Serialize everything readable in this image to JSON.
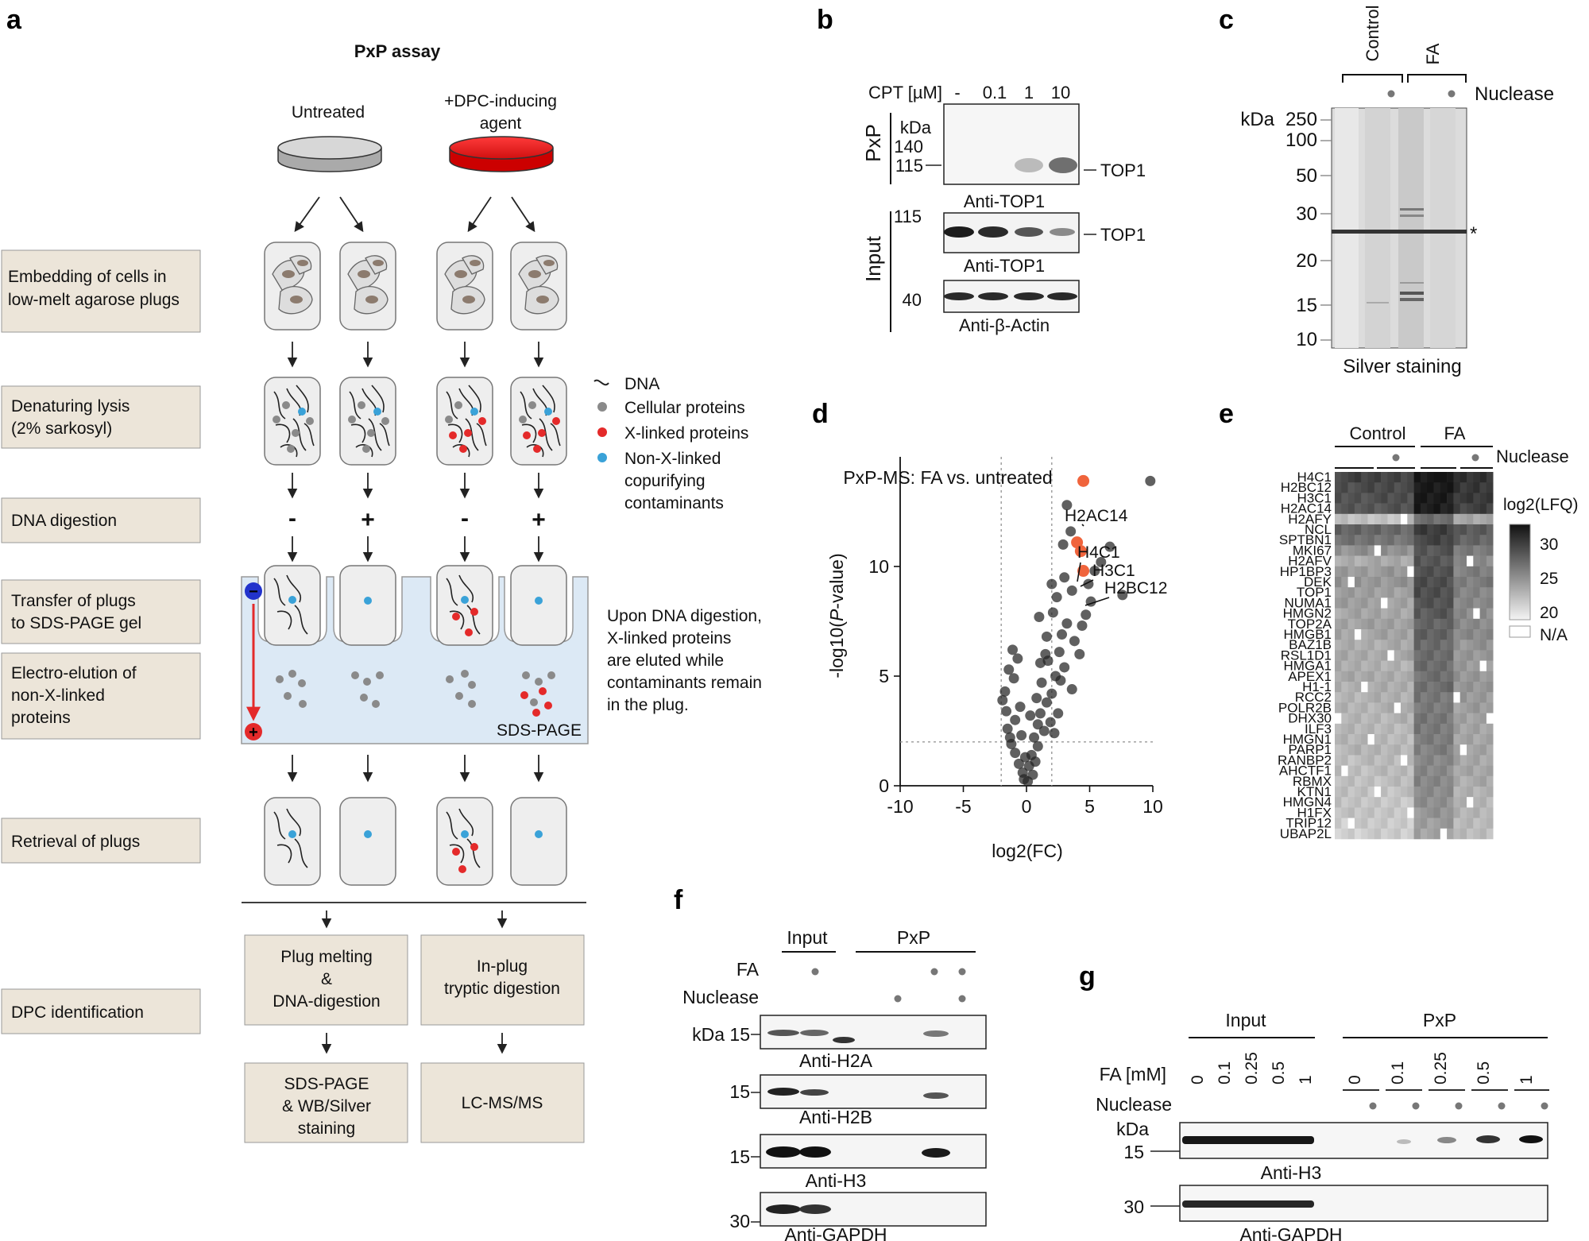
{
  "panel_letters": [
    "a",
    "b",
    "c",
    "d",
    "e",
    "f",
    "g"
  ],
  "panel_a": {
    "title": "PxP assay",
    "untreated": "Untreated",
    "treated_line1": "+DPC-inducing",
    "treated_line2": "agent",
    "steps": [
      [
        "Embedding of cells in",
        "low-melt agarose plugs"
      ],
      [
        "Denaturing lysis",
        "(2% sarkosyl)"
      ],
      [
        "DNA digestion"
      ],
      [
        "Transfer of plugs",
        "to SDS-PAGE gel"
      ],
      [
        "Electro-elution of",
        "non-X-linked",
        "proteins"
      ],
      [
        "Retrieval of plugs"
      ],
      [
        "DPC identification"
      ]
    ],
    "legend": {
      "dna": "DNA",
      "cellular": "Cellular proteins",
      "xlinked": "X-linked proteins",
      "nonx_line1": "Non-X-linked",
      "nonx_line2": "copurifying",
      "nonx_line3": "contaminants"
    },
    "digestion_signs": [
      "-",
      "+",
      "-",
      "+"
    ],
    "elution_note": [
      "Upon DNA digestion,",
      "X-linked proteins",
      "are eluted while",
      "contaminants remain",
      "in the plug."
    ],
    "gel_label": "SDS-PAGE",
    "minus_sign": "−",
    "plus_sign": "+",
    "box_melting": [
      "Plug melting",
      "&",
      "DNA-digestion"
    ],
    "box_inplug": [
      "In-plug",
      "tryptic digestion"
    ],
    "box_sds": [
      "SDS-PAGE",
      "& WB/Silver",
      "staining"
    ],
    "box_lcms": "LC-MS/MS",
    "colors": {
      "step_box": "#ece5d9",
      "gel": "#dce9f5",
      "dish_red": "#e8222a",
      "blue_dot": "#3aa2d8",
      "red_dot": "#e42a2a"
    }
  },
  "panel_b": {
    "cpt_label": "CPT [µM]",
    "cpt_values": [
      "-",
      "0.1",
      "1",
      "10"
    ],
    "side_pxp": "PxP",
    "side_input": "Input",
    "kda": "kDa",
    "marker_140": "140",
    "marker_115": "115",
    "marker_115b": "115",
    "marker_40": "40",
    "band_top1": "TOP1",
    "band_top1b": "TOP1",
    "blot1": "Anti-TOP1",
    "blot2": "Anti-TOP1",
    "blot3": "Anti-β-Actin"
  },
  "panel_c": {
    "control": "Control",
    "fa": "FA",
    "nuclease": "Nuclease",
    "kda": "kDa",
    "markers": [
      "250",
      "100",
      "50",
      "30",
      "20",
      "15",
      "10"
    ],
    "asterisk": "*",
    "caption": "Silver staining"
  },
  "panel_d": {
    "title": "PxP-MS: FA vs. untreated",
    "xlabel": "log2(FC)",
    "ylabel_prefix": "-log10(",
    "ylabel_italic": "P",
    "ylabel_suffix": "-value)",
    "callouts": [
      "H2AC14",
      "H4C1",
      "H3C1",
      "H2BC12"
    ]
  },
  "chart_data": {
    "type": "scatter",
    "title": "PxP-MS: FA vs. untreated",
    "xlabel": "log2(FC)",
    "ylabel": "-log10(P-value)",
    "xlim": [
      -10,
      10
    ],
    "ylim": [
      0,
      15
    ],
    "xticks": [
      -10,
      -5,
      0,
      5,
      10
    ],
    "yticks": [
      0,
      5,
      10
    ],
    "thresholds": {
      "x": [
        -2,
        2
      ],
      "y": 2
    },
    "highlighted": [
      {
        "name": "H2AC14",
        "x": 4.5,
        "y": 13.9
      },
      {
        "name": "H4C1",
        "x": 4.0,
        "y": 11.1
      },
      {
        "name": "H3C1",
        "x": 4.3,
        "y": 10.7
      },
      {
        "name": "H2BC12",
        "x": 4.5,
        "y": 9.8
      }
    ],
    "points": [
      [
        9.8,
        13.9
      ],
      [
        6.6,
        10.9
      ],
      [
        5.9,
        10.2
      ],
      [
        5.4,
        9.8
      ],
      [
        7.6,
        8.7
      ],
      [
        3.6,
        8.9
      ],
      [
        3.2,
        12.8
      ],
      [
        3.5,
        11.6
      ],
      [
        2.9,
        11.0
      ],
      [
        3.0,
        9.5
      ],
      [
        5.1,
        8.4
      ],
      [
        4.7,
        7.8
      ],
      [
        2.4,
        8.6
      ],
      [
        2.0,
        9.2
      ],
      [
        4.4,
        7.3
      ],
      [
        3.8,
        6.6
      ],
      [
        3.2,
        7.4
      ],
      [
        2.8,
        6.9
      ],
      [
        2.1,
        7.9
      ],
      [
        1.6,
        6.8
      ],
      [
        2.6,
        6.1
      ],
      [
        3.0,
        5.4
      ],
      [
        2.3,
        5.0
      ],
      [
        1.7,
        5.7
      ],
      [
        3.6,
        4.4
      ],
      [
        2.0,
        4.2
      ],
      [
        1.2,
        4.7
      ],
      [
        1.6,
        3.8
      ],
      [
        2.5,
        3.3
      ],
      [
        1.1,
        3.3
      ],
      [
        0.9,
        2.8
      ],
      [
        1.4,
        2.5
      ],
      [
        2.2,
        2.4
      ],
      [
        0.6,
        2.2
      ],
      [
        0.9,
        1.8
      ],
      [
        0.4,
        1.4
      ],
      [
        0.7,
        1.1
      ],
      [
        0.2,
        0.9
      ],
      [
        0.5,
        0.5
      ],
      [
        0.1,
        0.2
      ],
      [
        -0.3,
        0.6
      ],
      [
        -0.6,
        1.0
      ],
      [
        -0.9,
        1.5
      ],
      [
        -1.2,
        1.9
      ],
      [
        -1.5,
        2.6
      ],
      [
        -1.6,
        3.4
      ],
      [
        -1.7,
        4.3
      ],
      [
        -1.4,
        5.3
      ],
      [
        -0.9,
        3.0
      ],
      [
        -0.4,
        2.3
      ],
      [
        -0.1,
        1.3
      ],
      [
        -0.2,
        0.3
      ],
      [
        -1.0,
        4.9
      ],
      [
        -0.5,
        3.6
      ],
      [
        1.1,
        5.6
      ],
      [
        1.5,
        6.0
      ],
      [
        0.8,
        4.0
      ],
      [
        -1.9,
        3.9
      ],
      [
        -1.3,
        2.2
      ],
      [
        0.3,
        3.2
      ],
      [
        1.9,
        2.9
      ],
      [
        2.7,
        4.8
      ],
      [
        4.2,
        6.0
      ],
      [
        4.9,
        9.2
      ],
      [
        1.0,
        7.7
      ],
      [
        -1.1,
        6.2
      ],
      [
        -0.7,
        5.8
      ]
    ]
  },
  "panel_e": {
    "control": "Control",
    "fa": "FA",
    "nuclease": "Nuclease",
    "colorbar_title": "log2(LFQ)",
    "colorbar_ticks": [
      "30",
      "25",
      "20"
    ],
    "na_label": "N/A",
    "proteins": [
      "H4C1",
      "H2BC12",
      "H3C1",
      "H2AC14",
      "H2AFY",
      "NCL",
      "SPTBN1",
      "MKI67",
      "H2AFV",
      "HP1BP3",
      "DEK",
      "TOP1",
      "NUMA1",
      "HMGN2",
      "TOP2A",
      "HMGB1",
      "BAZ1B",
      "RSL1D1",
      "HMGA1",
      "APEX1",
      "H1-1",
      "RCC2",
      "POLR2B",
      "DHX30",
      "ILF3",
      "HMGN1",
      "PARP1",
      "RANBP2",
      "AHCTF1",
      "RBMX",
      "KTN1",
      "HMGN4",
      "H1FX",
      "TRIP12",
      "UBAP2L"
    ],
    "row_intensity": [
      0.78,
      0.74,
      0.72,
      0.7,
      0.2,
      0.62,
      0.55,
      0.42,
      0.3,
      0.38,
      0.4,
      0.36,
      0.35,
      0.32,
      0.34,
      0.33,
      0.3,
      0.31,
      0.28,
      0.3,
      0.29,
      0.27,
      0.27,
      0.26,
      0.25,
      0.24,
      0.25,
      0.22,
      0.22,
      0.21,
      0.2,
      0.18,
      0.18,
      0.15,
      0.14
    ],
    "fa_boost": [
      0.22,
      0.25,
      0.26,
      0.26,
      0.38,
      0.18,
      0.22,
      0.28,
      0.4,
      0.34,
      0.33,
      0.36,
      0.34,
      0.36,
      0.3,
      0.32,
      0.3,
      0.28,
      0.3,
      0.27,
      0.29,
      0.28,
      0.26,
      0.28,
      0.27,
      0.26,
      0.25,
      0.26,
      0.25,
      0.26,
      0.24,
      0.24,
      0.22,
      0.22,
      0.2
    ]
  },
  "panel_f": {
    "input": "Input",
    "pxp": "PxP",
    "fa": "FA",
    "nuclease": "Nuclease",
    "kda": "kDa",
    "m15a": "15",
    "m15b": "15",
    "m15c": "15",
    "m30": "30",
    "blots": [
      "Anti-H2A",
      "Anti-H2B",
      "Anti-H3",
      "Anti-GAPDH"
    ]
  },
  "panel_g": {
    "input": "Input",
    "pxp": "PxP",
    "fa_label": "FA [mM]",
    "input_conc": [
      "0",
      "0.1",
      "0.25",
      "0.5",
      "1"
    ],
    "pxp_conc": [
      "0",
      "0.1",
      "0.25",
      "0.5",
      "1"
    ],
    "nuclease": "Nuclease",
    "kda": "kDa",
    "m15": "15",
    "m30": "30",
    "blots": [
      "Anti-H3",
      "Anti-GAPDH"
    ]
  }
}
